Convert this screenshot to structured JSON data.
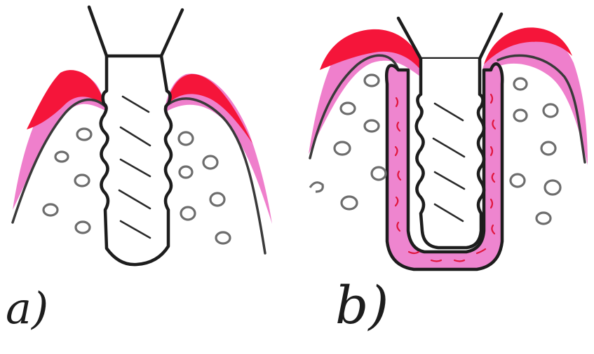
{
  "panels": [
    {
      "id": "a",
      "label": "a)"
    },
    {
      "id": "b",
      "label": "b)"
    }
  ],
  "colors": {
    "ink": "#222222",
    "gingiva_pink": "#ec7cc9",
    "gingiva_red": "#f5153a",
    "bone_particle": "#6d6d6d",
    "inflammation_dash": "#e0163d",
    "background": "#ffffff"
  }
}
